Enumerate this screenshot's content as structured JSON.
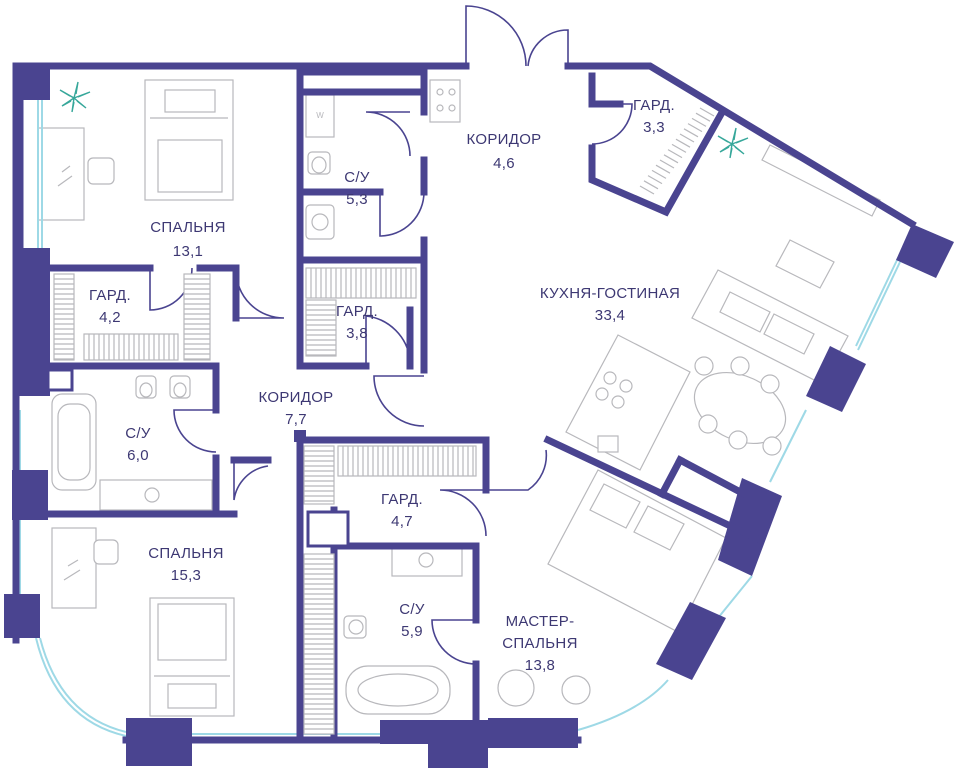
{
  "rooms": [
    {
      "id": "bedroom-1",
      "name": "СПАЛЬНЯ",
      "area": "13,1"
    },
    {
      "id": "bath-1",
      "name": "С/У",
      "area": "5,3"
    },
    {
      "id": "corridor-1",
      "name": "КОРИДОР",
      "area": "4,6"
    },
    {
      "id": "wardrobe-1",
      "name": "ГАРД.",
      "area": "3,3"
    },
    {
      "id": "wardrobe-2",
      "name": "ГАРД.",
      "area": "4,2"
    },
    {
      "id": "wardrobe-3",
      "name": "ГАРД.",
      "area": "3,8"
    },
    {
      "id": "kitchen-living",
      "name": "КУХНЯ-ГОСТИНАЯ",
      "area": "33,4"
    },
    {
      "id": "corridor-2",
      "name": "КОРИДОР",
      "area": "7,7"
    },
    {
      "id": "bath-2",
      "name": "С/У",
      "area": "6,0"
    },
    {
      "id": "wardrobe-4",
      "name": "ГАРД.",
      "area": "4,7"
    },
    {
      "id": "bedroom-2",
      "name": "СПАЛЬНЯ",
      "area": "15,3"
    },
    {
      "id": "bath-3",
      "name": "С/У",
      "area": "5,9"
    },
    {
      "id": "master-bedroom",
      "name_line1": "МАСТЕР-",
      "name_line2": "СПАЛЬНЯ",
      "area": "13,8"
    }
  ],
  "colors": {
    "wall": "#4a4490",
    "label": "#3d3873",
    "glass": "#9ed9e6",
    "plant": "#36a79a",
    "furniture": "#b8b8bc"
  }
}
